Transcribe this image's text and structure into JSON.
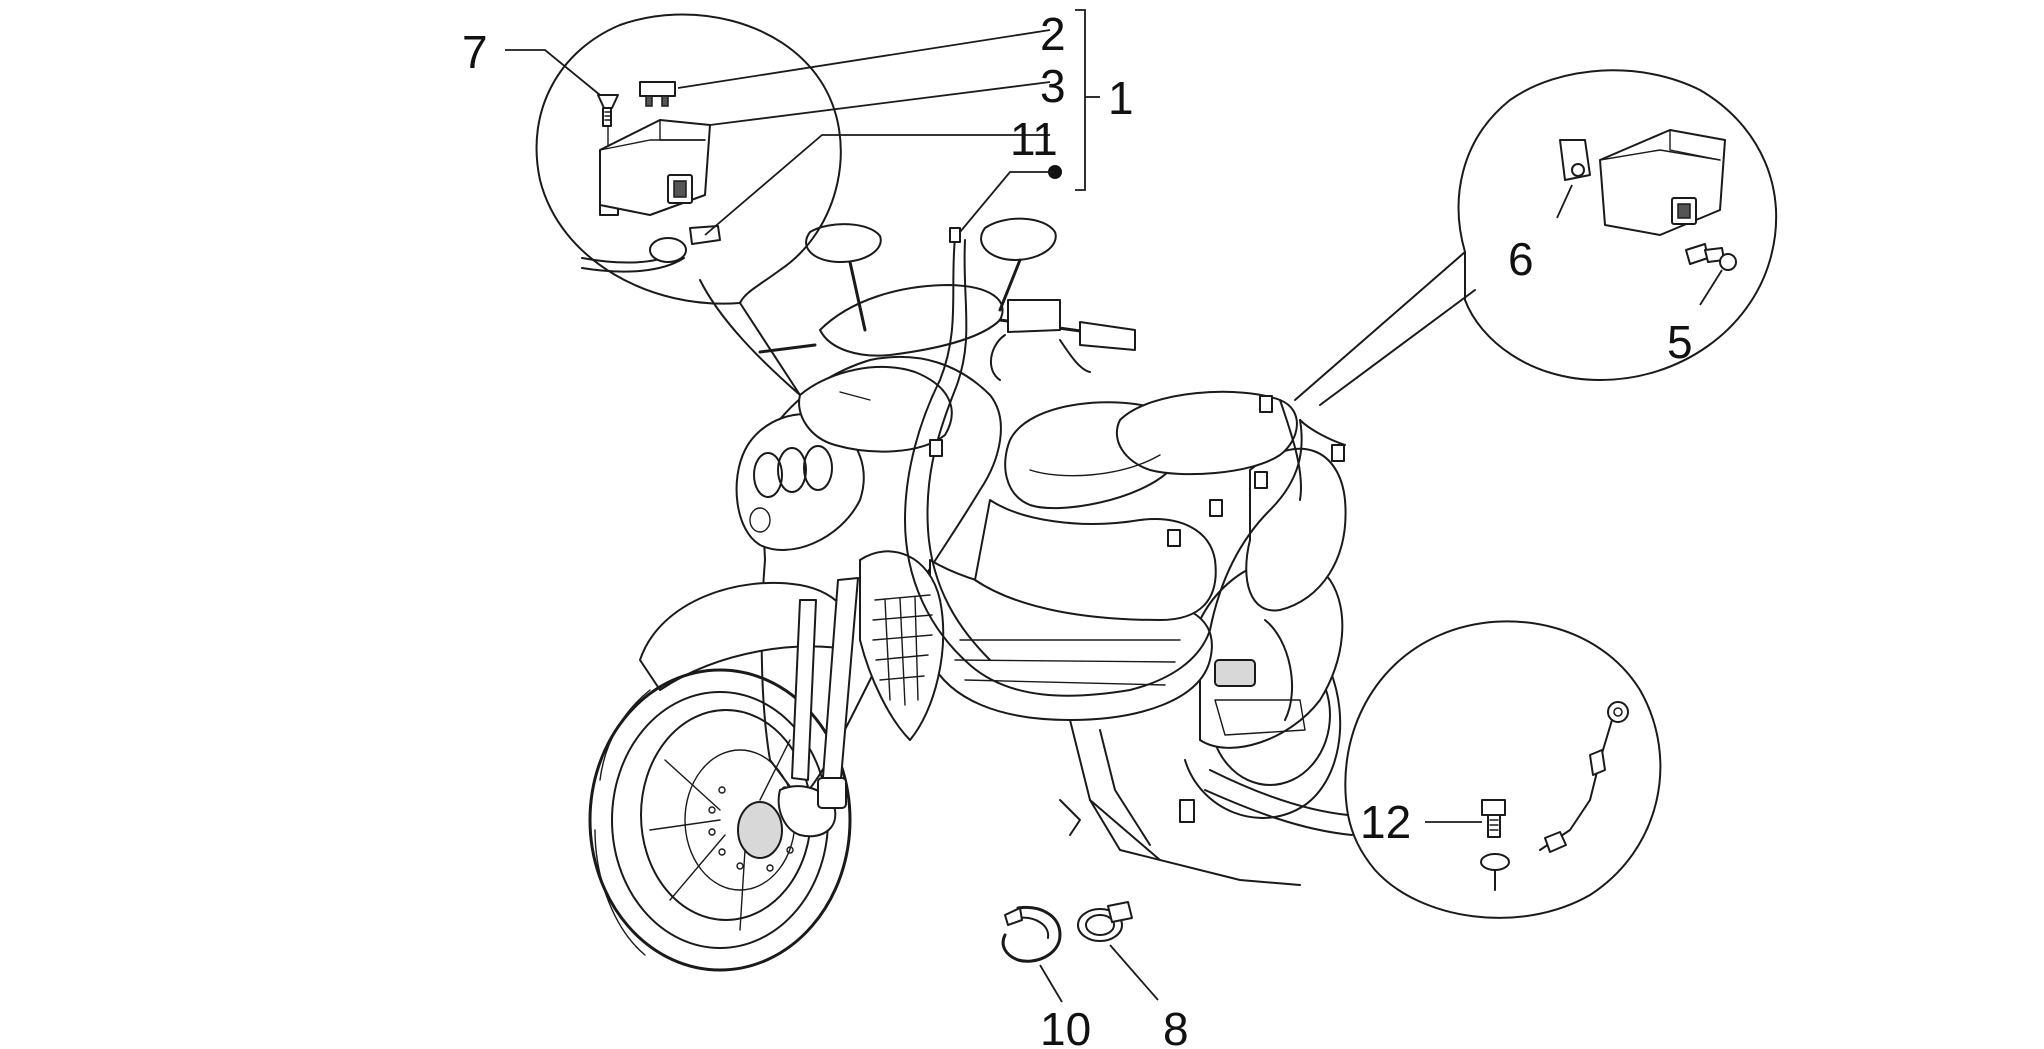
{
  "callouts": {
    "c1": "1",
    "c2": "2",
    "c3": "3",
    "c5": "5",
    "c6": "6",
    "c7": "7",
    "c8": "8",
    "c10": "10",
    "c11": "11",
    "c12": "12"
  }
}
